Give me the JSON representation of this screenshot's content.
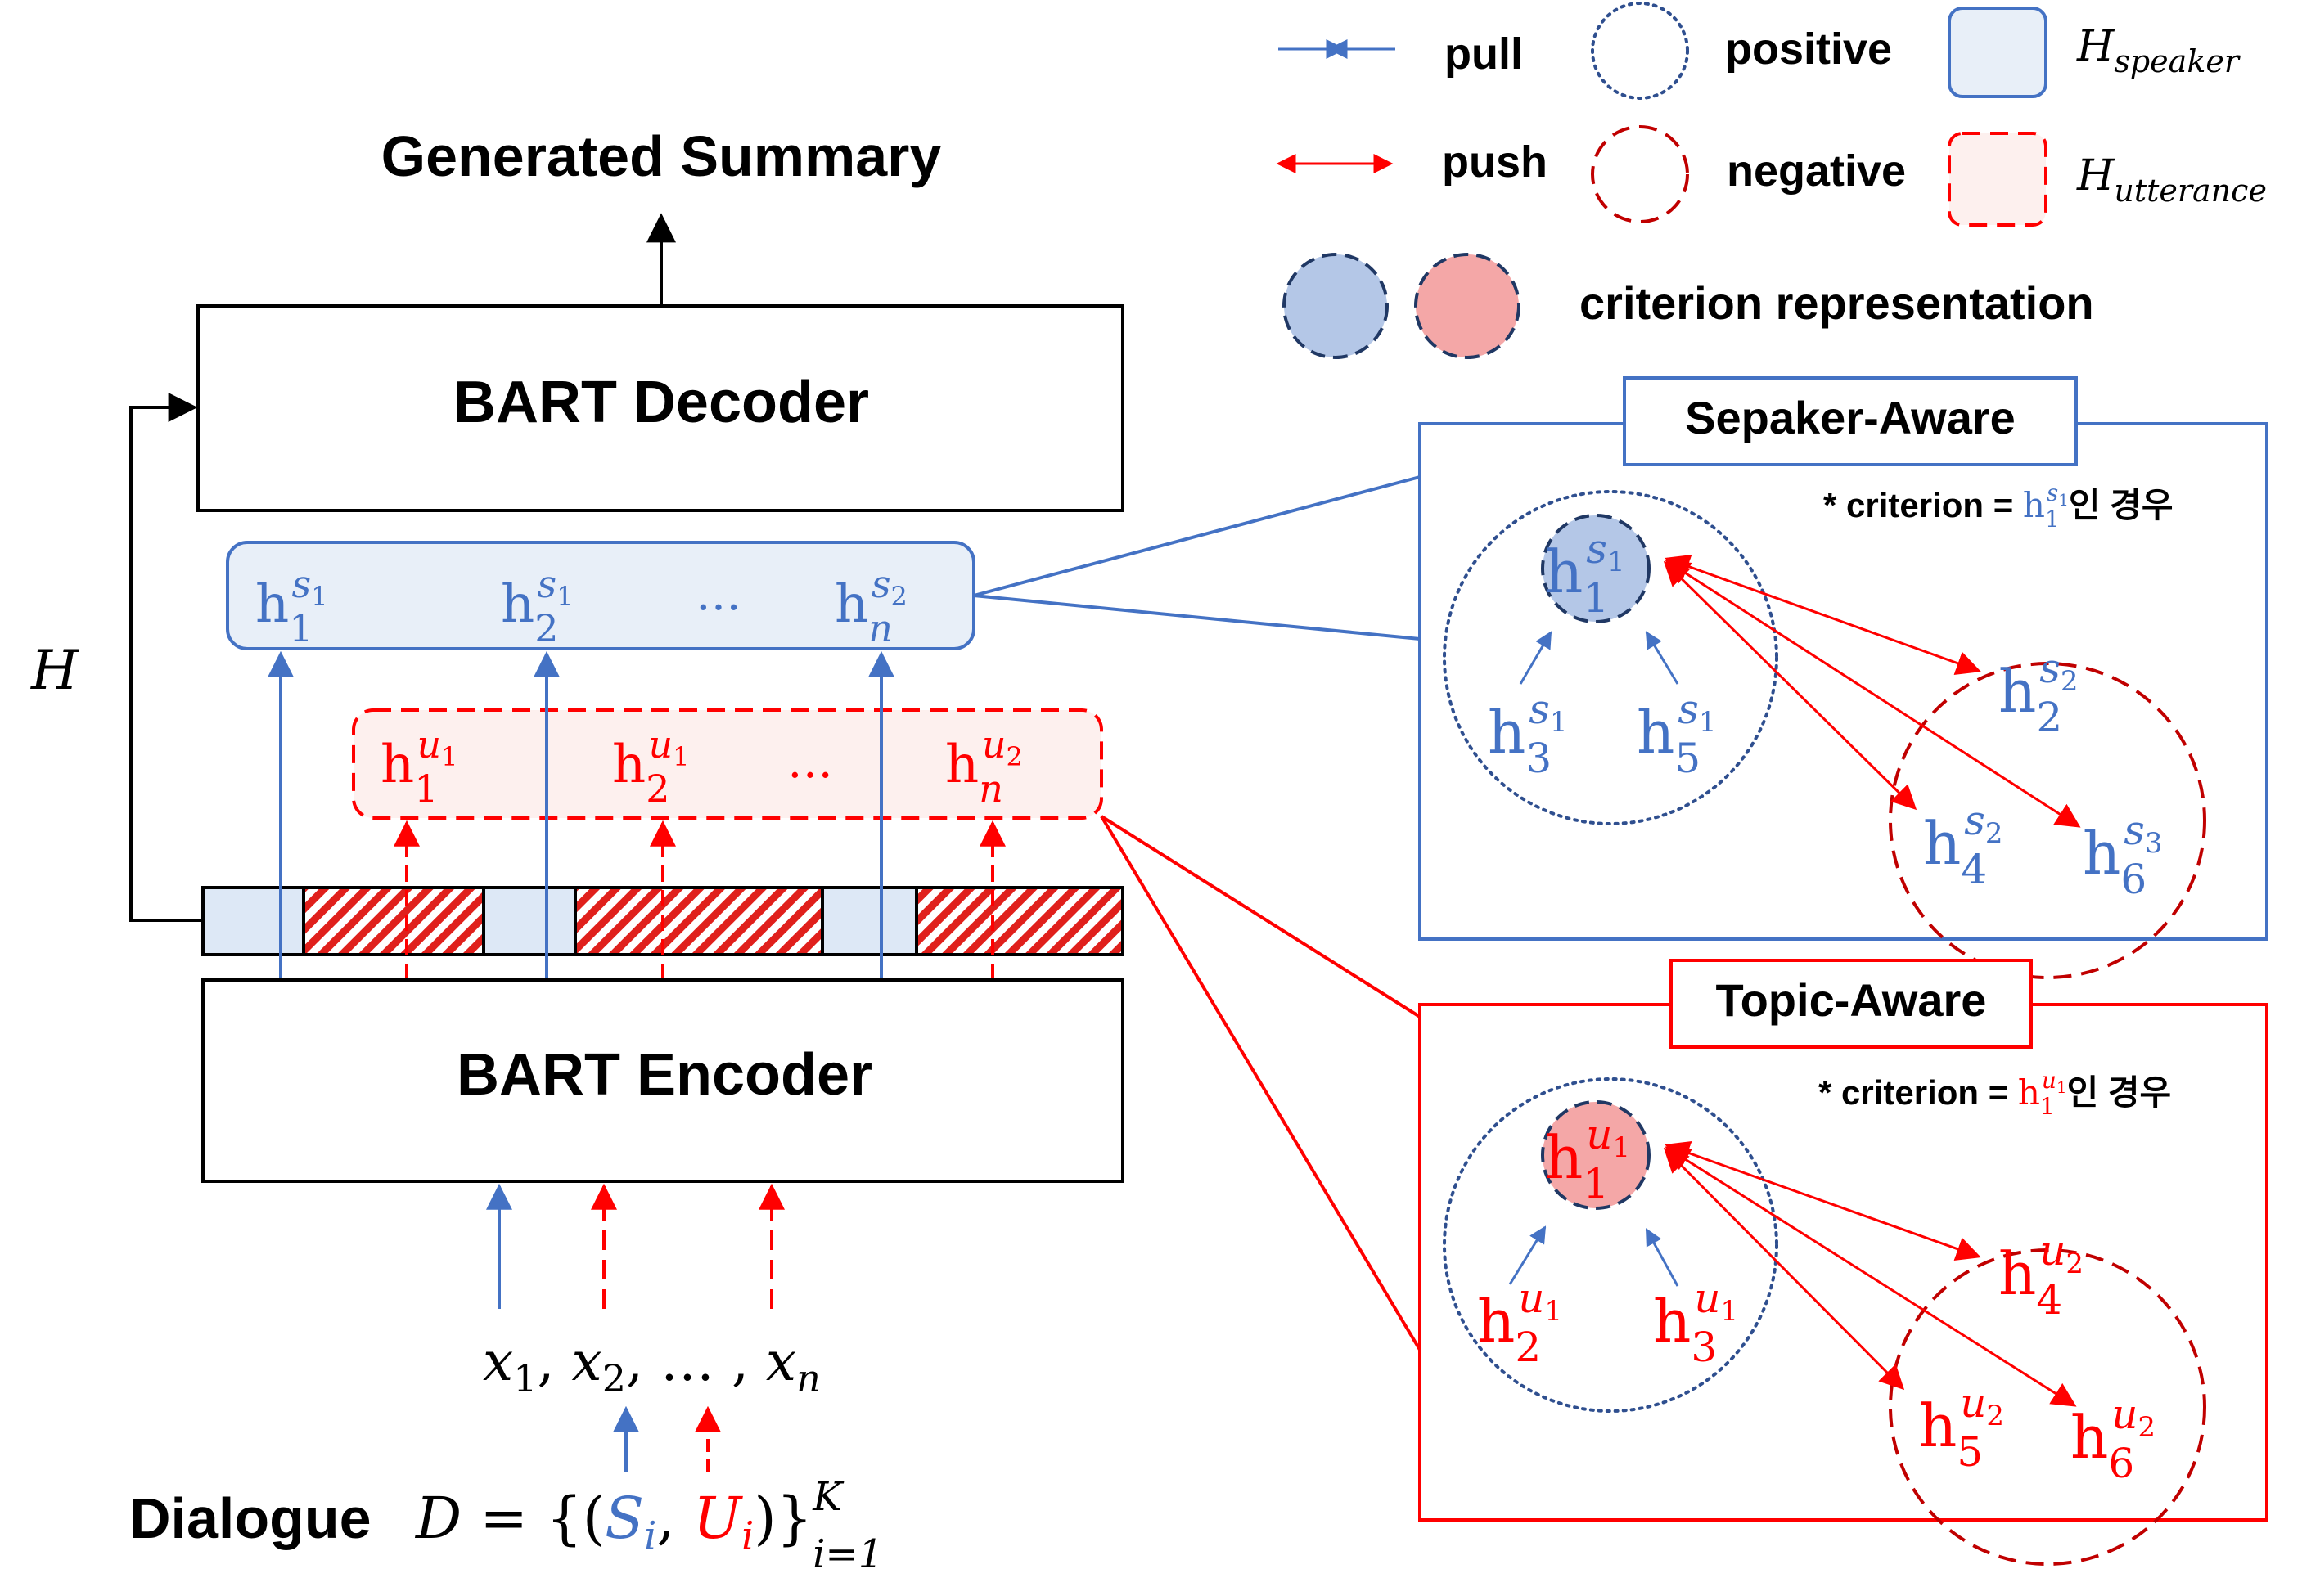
{
  "colors": {
    "speaker_blue": "#4472c4",
    "utterance_red": "#ff0000",
    "negative_dark_red": "#c00000",
    "speaker_fill": "#e8eff8",
    "utterance_fill": "#fdf0ee",
    "criterion_blue_fill": "#b4c7e7",
    "criterion_red_fill": "#f4a0a0",
    "black": "#000000"
  },
  "legend": {
    "pull": "pull",
    "push": "push",
    "positive": "positive",
    "negative": "negative",
    "h_speaker_base": "H",
    "h_speaker_sub": "speaker",
    "h_utterance_base": "H",
    "h_utterance_sub": "utterance",
    "criterion": "criterion representation"
  },
  "model": {
    "generated_summary": "Generated Summary",
    "decoder": "BART Decoder",
    "encoder": "BART Encoder",
    "h_label": "H",
    "ellipsis": "…"
  },
  "speaker_states": [
    {
      "base": "h",
      "idx": "1",
      "sup": "s",
      "supsub": "1"
    },
    {
      "base": "h",
      "idx": "2",
      "sup": "s",
      "supsub": "1"
    },
    {
      "base": "h",
      "idx": "n",
      "sup": "s",
      "supsub": "2"
    }
  ],
  "utterance_states": [
    {
      "base": "h",
      "idx": "1",
      "sup": "u",
      "supsub": "1"
    },
    {
      "base": "h",
      "idx": "2",
      "sup": "u",
      "supsub": "1"
    },
    {
      "base": "h",
      "idx": "n",
      "sup": "u",
      "supsub": "2"
    }
  ],
  "inputs": {
    "sequence": [
      {
        "base": "x",
        "sub": "1"
      },
      {
        "base": "x",
        "sub": "2"
      },
      {
        "base": "…",
        "sub": ""
      },
      {
        "base": "x",
        "sub": "n"
      }
    ],
    "dialogue_label": "Dialogue",
    "formula": {
      "d": "D",
      "eq": "=",
      "s": "S",
      "u": "U",
      "i": "i",
      "k": "K",
      "range": "i=1"
    }
  },
  "speaker_panel": {
    "title": "Sepaker-Aware",
    "note_prefix": "* criterion = ",
    "note_suffix": "인 경우",
    "note_h": {
      "base": "h",
      "idx": "1",
      "sup": "s",
      "supsub": "1"
    },
    "criterion": {
      "base": "h",
      "idx": "1",
      "sup": "s",
      "supsub": "1"
    },
    "positives": [
      {
        "base": "h",
        "idx": "3",
        "sup": "s",
        "supsub": "1"
      },
      {
        "base": "h",
        "idx": "5",
        "sup": "s",
        "supsub": "1"
      }
    ],
    "negatives": [
      {
        "base": "h",
        "idx": "2",
        "sup": "s",
        "supsub": "2"
      },
      {
        "base": "h",
        "idx": "4",
        "sup": "s",
        "supsub": "2"
      },
      {
        "base": "h",
        "idx": "6",
        "sup": "s",
        "supsub": "3"
      }
    ]
  },
  "topic_panel": {
    "title": "Topic-Aware",
    "note_prefix": "* criterion = ",
    "note_suffix": "인 경우",
    "note_h": {
      "base": "h",
      "idx": "1",
      "sup": "u",
      "supsub": "1"
    },
    "criterion": {
      "base": "h",
      "idx": "1",
      "sup": "u",
      "supsub": "1"
    },
    "positives": [
      {
        "base": "h",
        "idx": "2",
        "sup": "u",
        "supsub": "1"
      },
      {
        "base": "h",
        "idx": "3",
        "sup": "u",
        "supsub": "1"
      }
    ],
    "negatives": [
      {
        "base": "h",
        "idx": "4",
        "sup": "u",
        "supsub": "2"
      },
      {
        "base": "h",
        "idx": "5",
        "sup": "u",
        "supsub": "2"
      },
      {
        "base": "h",
        "idx": "6",
        "sup": "u",
        "supsub": "2"
      }
    ]
  }
}
